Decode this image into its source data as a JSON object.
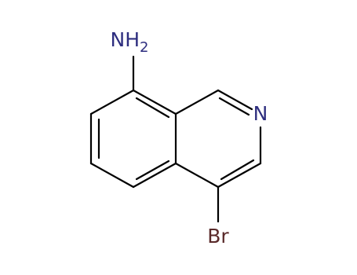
{
  "molecule": {
    "atoms": {
      "amine": {
        "symbol": "NH",
        "subscript": "2"
      },
      "ring_nitrogen": {
        "symbol": "N"
      },
      "bromine": {
        "symbol": "Br"
      }
    }
  },
  "colors": {
    "bond": "#000000",
    "nitrogen": "#2e2e7f",
    "bromine": "#5a2a2a",
    "background": "#ffffff"
  }
}
